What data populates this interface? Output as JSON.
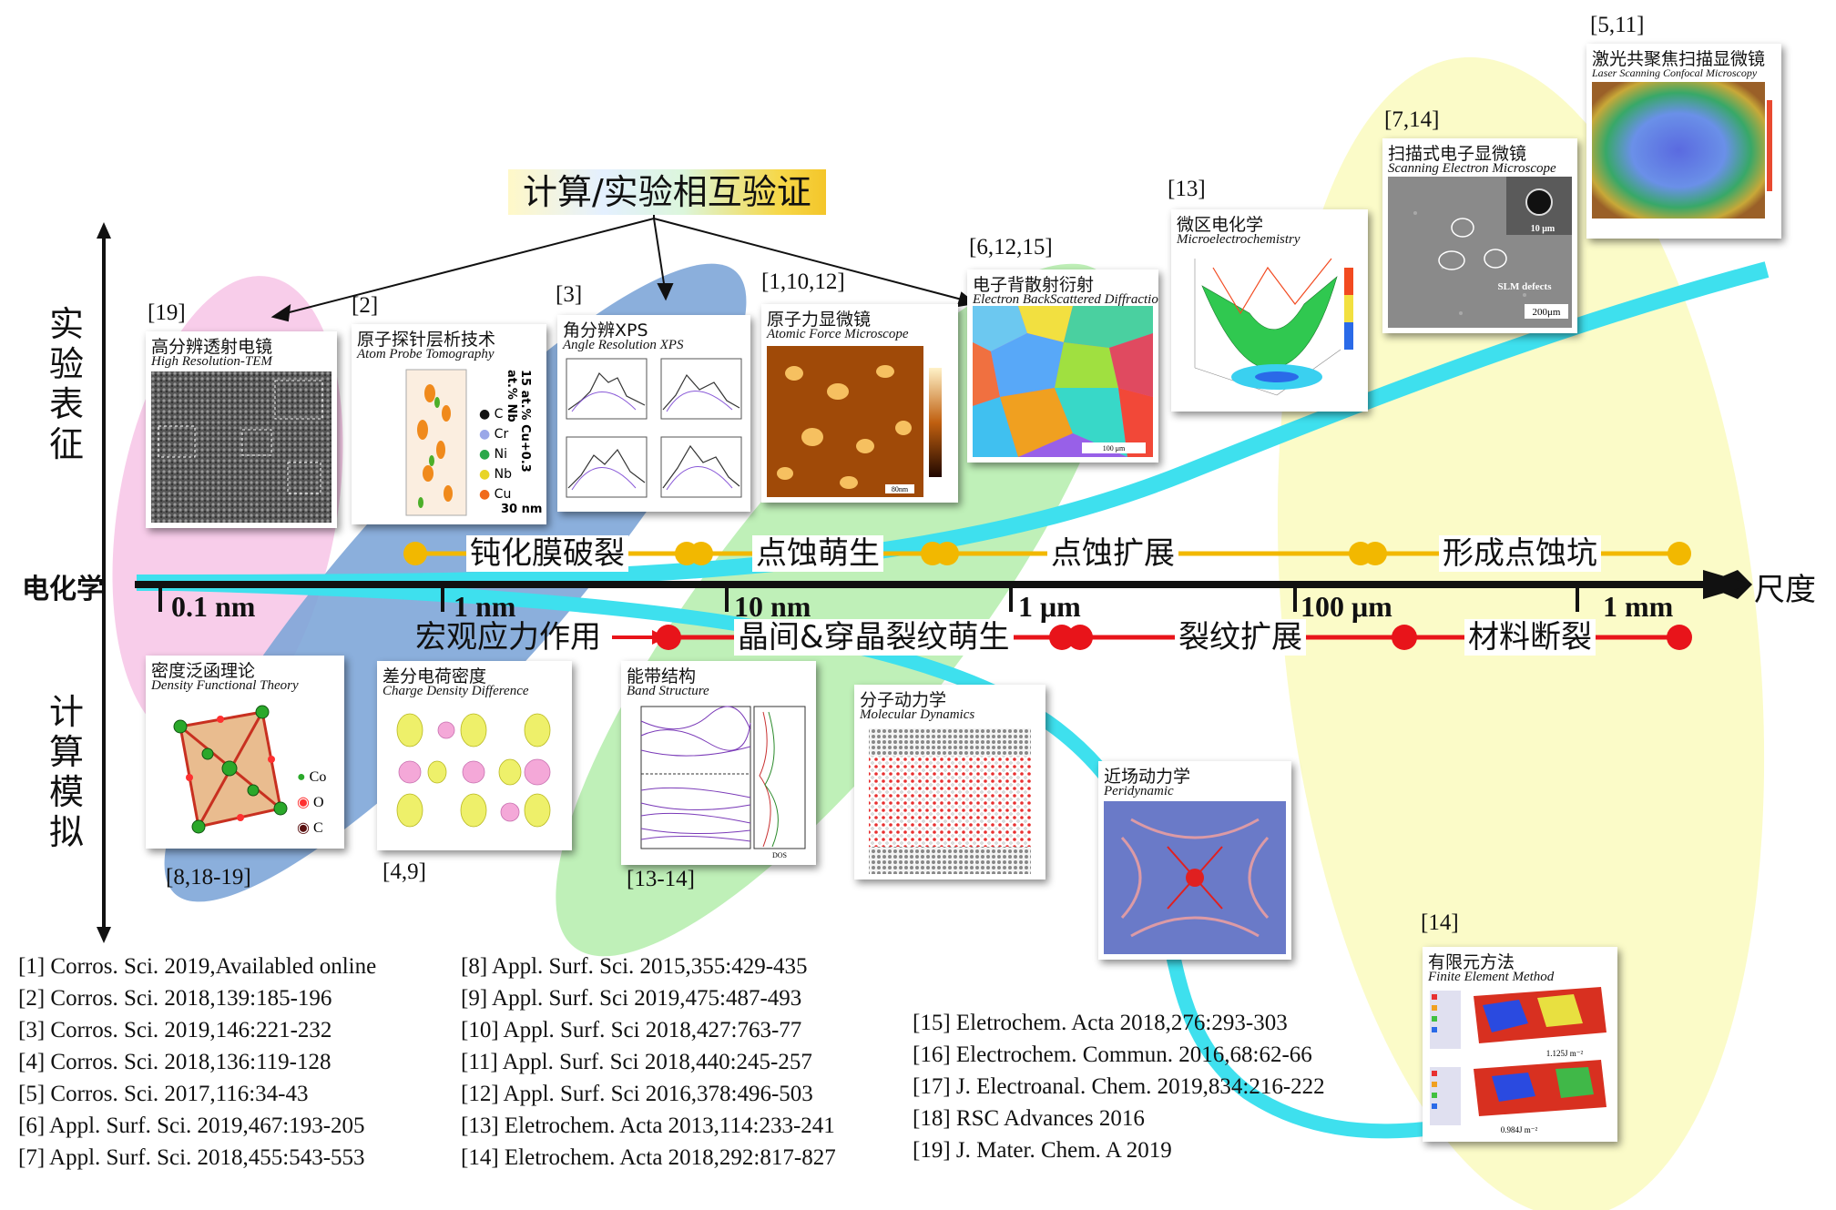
{
  "title": "计算/实验相互验证",
  "left_labels": {
    "experiment": [
      "实",
      "验",
      "表",
      "征"
    ],
    "axis": "电化学",
    "simulation": [
      "计",
      "算",
      "模",
      "拟"
    ]
  },
  "axis_unit": "尺度",
  "scale_ticks": [
    "0.1 nm",
    "1 nm",
    "10 nm",
    "1 μm",
    "100 μm",
    "1 mm"
  ],
  "corrosion_stages": [
    "钝化膜破裂",
    "点蚀萌生",
    "点蚀扩展",
    "形成点蚀坑"
  ],
  "fracture_stages": [
    "宏观应力作用",
    "晶间&穿晶裂纹萌生",
    "裂纹扩展",
    "材料断裂"
  ],
  "colors": {
    "corrosion_line": "#f2b800",
    "fracture_line": "#e8141a",
    "curve": "#3ee0ee",
    "pink_region": "#f8cdea",
    "blue_region": "#7ea6d8",
    "green_region": "#bff0b8",
    "yellow_region": "#fbfbc8"
  },
  "experiments": [
    {
      "ref": "[19]",
      "name": "高分辨透射电镜",
      "en": "High Resolution-TEM"
    },
    {
      "ref": "[2]",
      "name": "原子探针层析技术",
      "en": "Atom Probe Tomography",
      "inset": "15 at.% Cu+0.3 at.% Nb",
      "legend": [
        "C",
        "Cr",
        "Ni",
        "Nb",
        "Cu"
      ],
      "scale": "30 nm"
    },
    {
      "ref": "[3]",
      "name": "角分辨XPS",
      "en": "Angle Resolution XPS"
    },
    {
      "ref": "[1,10,12]",
      "name": "原子力显微镜",
      "en": "Atomic Force Microscope",
      "scale": "80nm"
    },
    {
      "ref": "[6,12,15]",
      "name": "电子背散射衍射",
      "en": "Electron BackScattered Diffraction",
      "scale": "100 μm"
    },
    {
      "ref": "[13]",
      "name": "微区电化学",
      "en": "Microelectrochemistry"
    },
    {
      "ref": "[7,14]",
      "name": "扫描式电子显微镜",
      "en": "Scanning Electron Microscope",
      "inset": "10 μm",
      "annotation": "SLM defects",
      "scale": "200μm"
    },
    {
      "ref": "[5,11]",
      "name": "激光共聚焦扫描显微镜",
      "en": "Laser Scanning Confocal Microscopy"
    }
  ],
  "simulations": [
    {
      "ref": "[8,18-19]",
      "name": "密度泛函理论",
      "en": "Density Functional Theory",
      "legend": [
        "Co",
        "O",
        "C"
      ]
    },
    {
      "ref": "[4,9]",
      "name": "差分电荷密度",
      "en": "Charge Density Difference"
    },
    {
      "ref": "[13-14]",
      "name": "能带结构",
      "en": "Band Structure",
      "axis": "DOS"
    },
    {
      "ref": "",
      "name": "分子动力学",
      "en": "Molecular Dynamics"
    },
    {
      "ref": "",
      "name": "近场动力学",
      "en": "Peridynamic"
    },
    {
      "ref": "[14]",
      "name": "有限元方法",
      "en": "Finite Element Method",
      "labels": [
        "1.125J m⁻²",
        "0.984J m⁻²"
      ]
    }
  ],
  "references_col1": [
    "[1] Corros. Sci. 2019,Availabled online",
    "[2] Corros. Sci. 2018,139:185-196",
    "[3] Corros. Sci. 2019,146:221-232",
    "[4] Corros. Sci. 2018,136:119-128",
    "[5] Corros. Sci. 2017,116:34-43",
    "[6] Appl. Surf. Sci. 2019,467:193-205",
    "[7] Appl. Surf. Sci. 2018,455:543-553"
  ],
  "references_col2": [
    "[8] Appl. Surf. Sci. 2015,355:429-435",
    "[9] Appl. Surf. Sci 2019,475:487-493",
    "[10] Appl. Surf. Sci 2018,427:763-77",
    "[11] Appl. Surf. Sci 2018,440:245-257",
    "[12] Appl. Surf. Sci 2016,378:496-503",
    "[13] Eletrochem. Acta 2013,114:233-241",
    "[14] Eletrochem. Acta 2018,292:817-827"
  ],
  "references_col3": [
    "[15] Eletrochem. Acta 2018,276:293-303",
    "[16] Electrochem. Commun. 2016,68:62-66",
    "[17] J. Electroanal. Chem. 2019,834:216-222",
    "[18] RSC Advances 2016",
    "[19] J. Mater. Chem. A 2019"
  ]
}
